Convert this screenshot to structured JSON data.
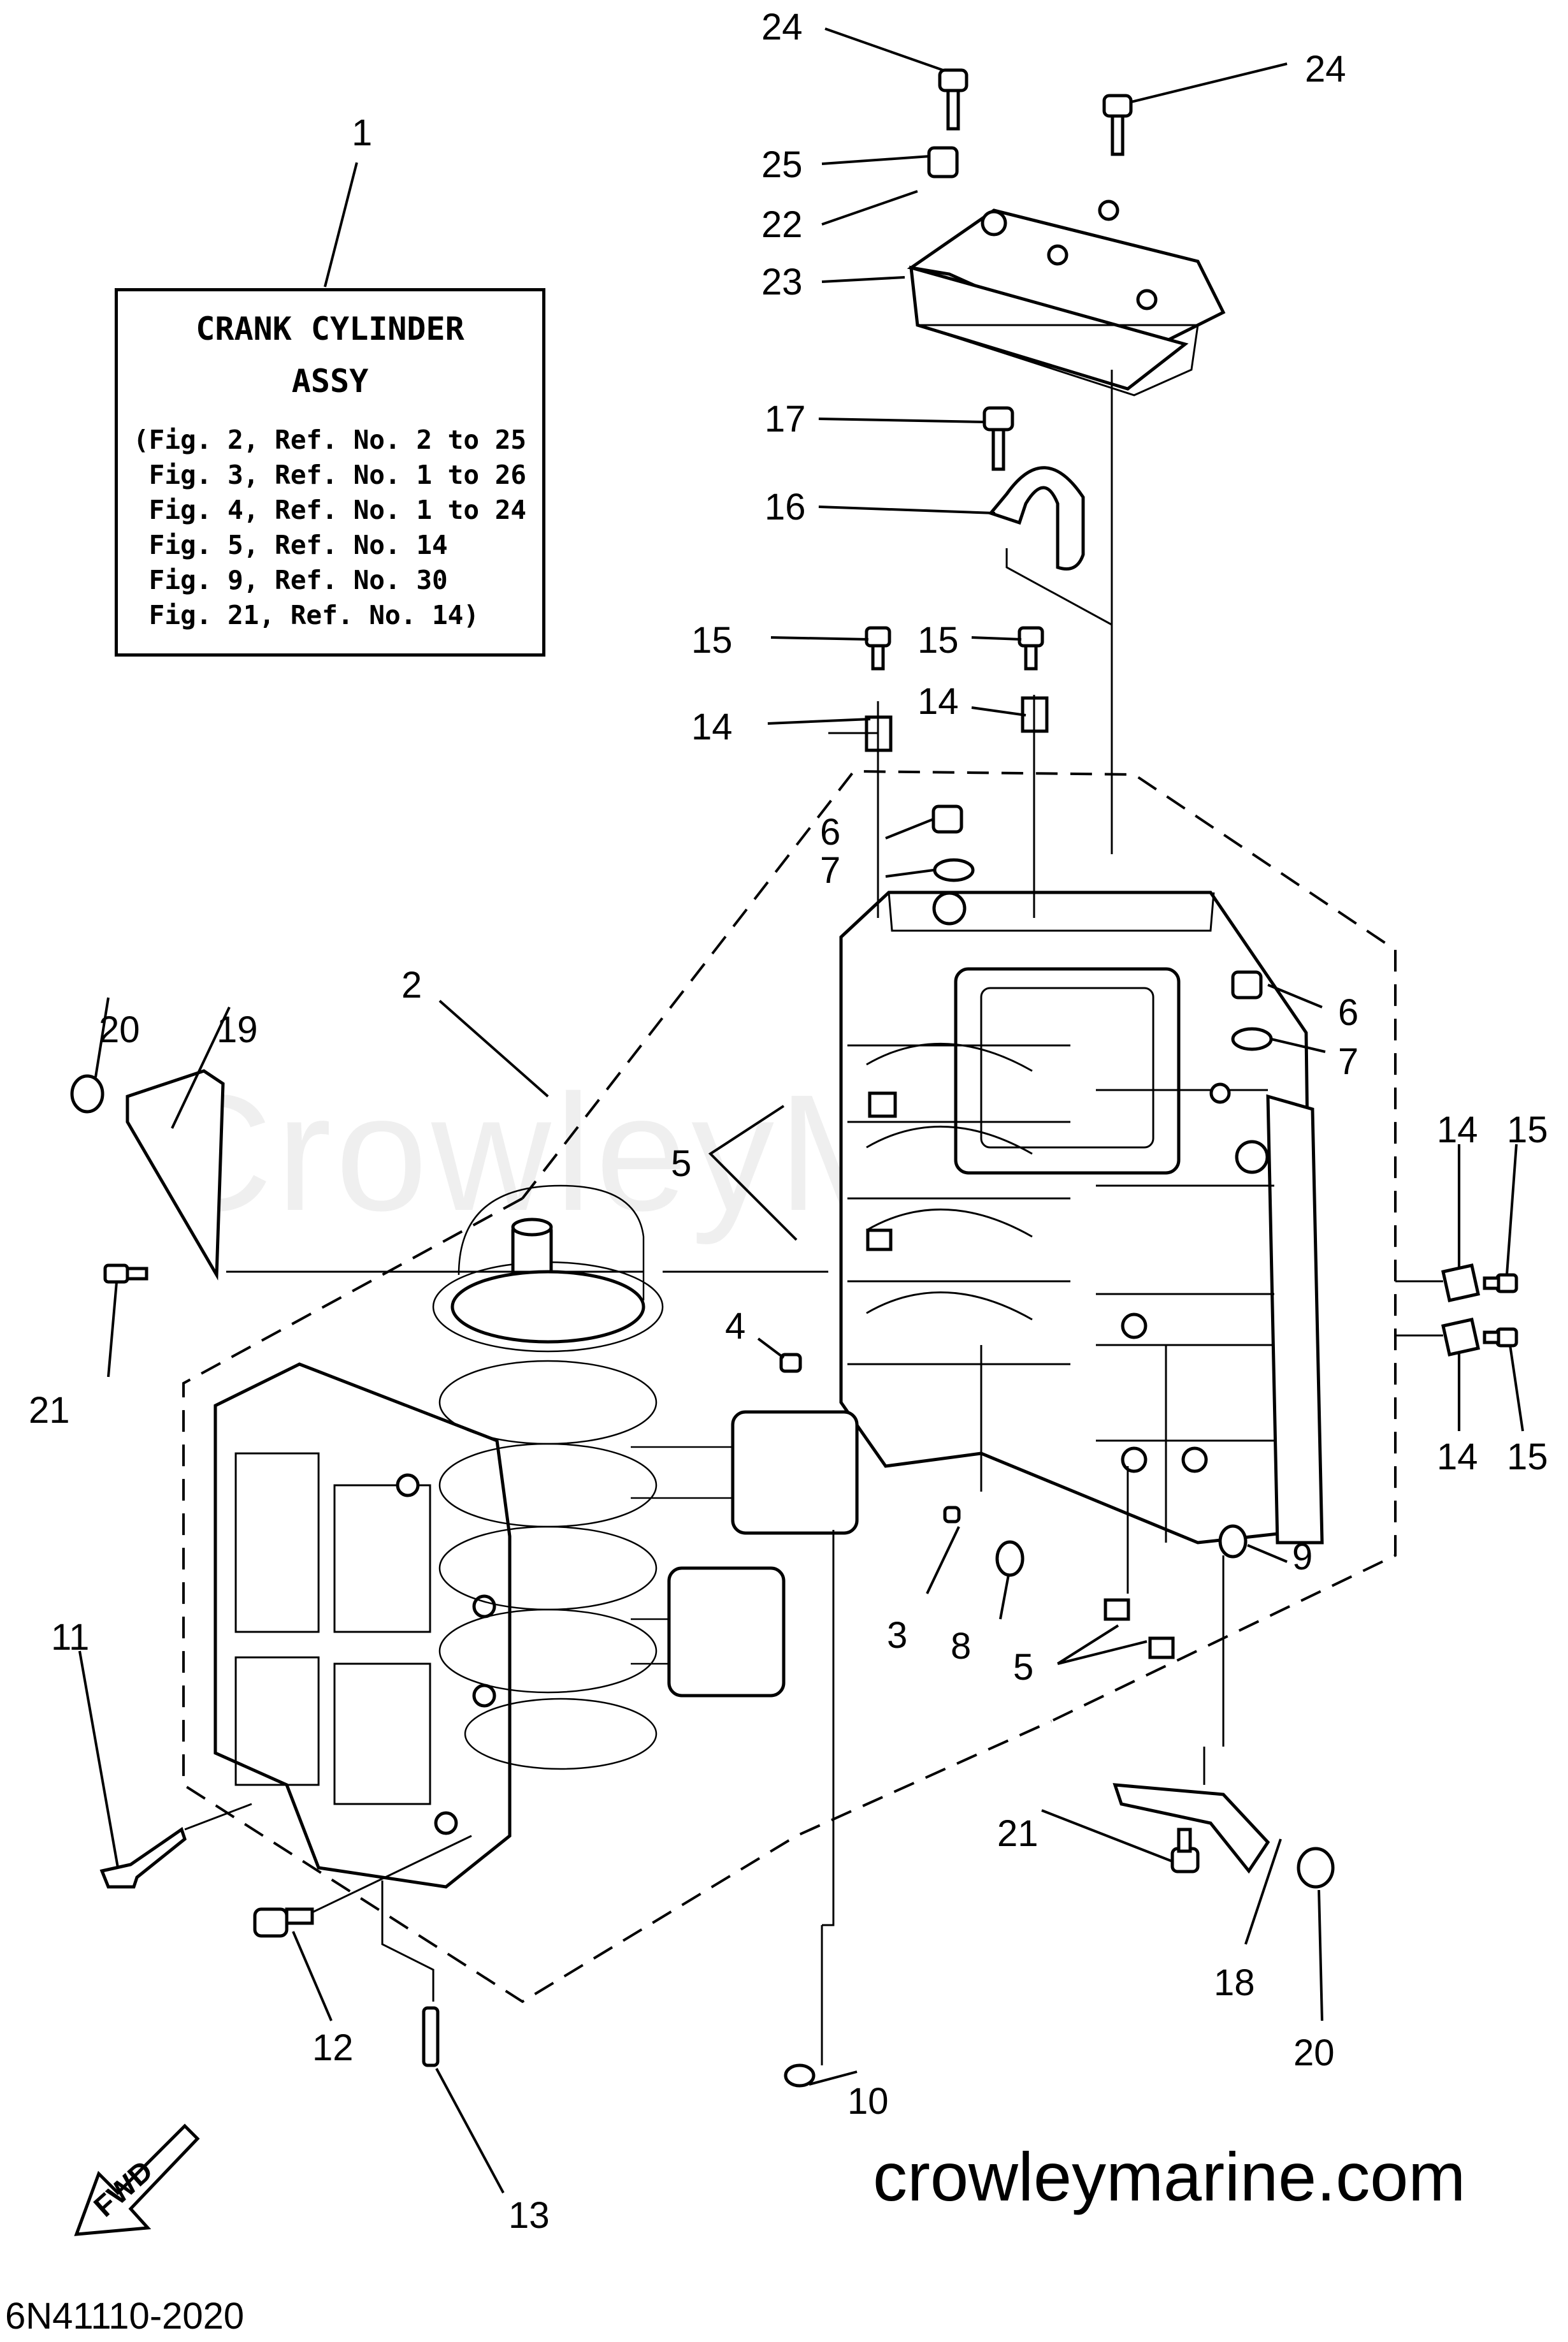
{
  "assembly_box": {
    "title_line1": "CRANK CYLINDER",
    "title_line2": "ASSY",
    "refs": [
      "(Fig. 2, Ref. No. 2 to 25",
      " Fig. 3, Ref. No. 1 to 26",
      " Fig. 4, Ref. No. 1 to 24",
      " Fig. 5, Ref. No. 14",
      " Fig. 9, Ref. No. 30",
      " Fig. 21, Ref. No. 14)"
    ]
  },
  "callouts": {
    "c1": "1",
    "c2": "2",
    "c3": "3",
    "c4": "4",
    "c5a": "5",
    "c5b": "5",
    "c6a": "6",
    "c6b": "6",
    "c7a": "7",
    "c7b": "7",
    "c8": "8",
    "c9": "9",
    "c10": "10",
    "c11": "11",
    "c12": "12",
    "c13": "13",
    "c14a": "14",
    "c14b": "14",
    "c14c": "14",
    "c14d": "14",
    "c15a": "15",
    "c15b": "15",
    "c15c": "15",
    "c15d": "15",
    "c16": "16",
    "c17": "17",
    "c18": "18",
    "c19": "19",
    "c20a": "20",
    "c20b": "20",
    "c21a": "21",
    "c21b": "21",
    "c22": "22",
    "c23": "23",
    "c24a": "24",
    "c24b": "24",
    "c25": "25"
  },
  "fwd_label": "FWD",
  "watermark": "CrowleyMarine",
  "site": "crowleymarine.com",
  "code": "6N41110-2020"
}
